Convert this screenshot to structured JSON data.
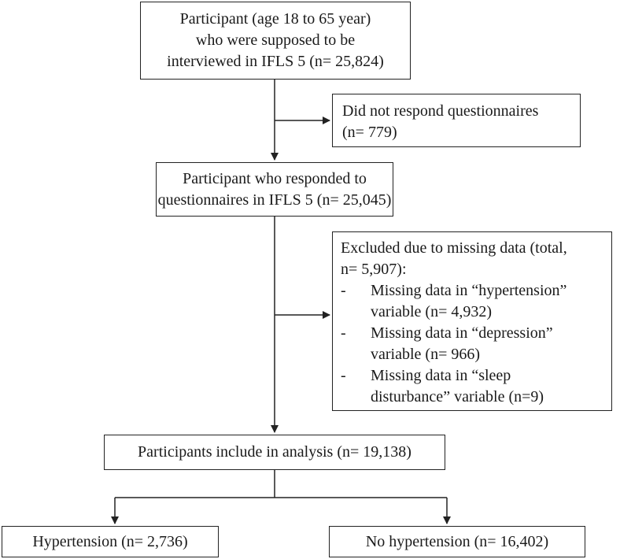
{
  "boxes": {
    "eligible": {
      "lines": [
        "Participant (age 18 to 65 year)",
        "who were supposed to be",
        "interviewed in IFLS 5 (n= 25,824)"
      ]
    },
    "non_response": {
      "lines": [
        "Did not respond questionnaires",
        "(n= 779)"
      ]
    },
    "responded": {
      "lines": [
        "Participant who responded to",
        "questionnaires in IFLS 5 (n= 25,045)"
      ]
    },
    "excluded": {
      "header_lines": [
        "Excluded due to missing data (total,",
        "n= 5,907):"
      ],
      "items": [
        {
          "lines": [
            "Missing data in “hypertension”",
            "variable (n= 4,932)"
          ]
        },
        {
          "lines": [
            "Missing data in “depression”",
            "variable (n= 966)"
          ]
        },
        {
          "lines": [
            "Missing data in “sleep",
            "disturbance” variable (n=9)"
          ]
        }
      ],
      "bullet": "-"
    },
    "analysis": {
      "lines": [
        "Participants include in analysis (n= 19,138)"
      ]
    },
    "hypertension": {
      "lines": [
        "Hypertension (n= 2,736)"
      ]
    },
    "no_hypertension": {
      "lines": [
        "No hypertension (n= 16,402)"
      ]
    }
  },
  "colors": {
    "stroke": "#222222",
    "text": "#1a1a1a",
    "background": "#ffffff"
  }
}
